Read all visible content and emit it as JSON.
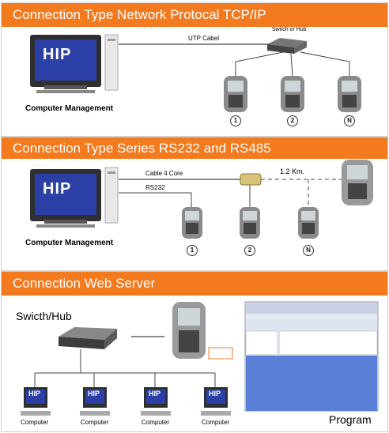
{
  "sections": [
    {
      "title": "Connection Type Network Protocal TCP/IP"
    },
    {
      "title": "Connection Type Series RS232 and RS485"
    },
    {
      "title": "Connection Web Server"
    }
  ],
  "brand_logo": "HIP",
  "section1": {
    "computer_label": "Computer Management",
    "cable_label": "UTP Cabel",
    "hub_label": "Switch or Hub",
    "device_numbers": [
      "1",
      "2",
      "N"
    ]
  },
  "section2": {
    "computer_label": "Computer Management",
    "cable4_label": "Cable 4 Core",
    "rs232_label": "RS232",
    "distance_label": "1.2 Km.",
    "device_numbers": [
      "1",
      "2",
      "N"
    ]
  },
  "section3": {
    "hub_label": "Swicth/Hub",
    "computer_labels": [
      "Computer",
      "Computer",
      "Computer",
      "Computer"
    ],
    "program_label": "Program"
  },
  "colors": {
    "band": "#f47a20",
    "logo_bg": "#2b3fa7",
    "app_blue": "#5a7fd6"
  }
}
